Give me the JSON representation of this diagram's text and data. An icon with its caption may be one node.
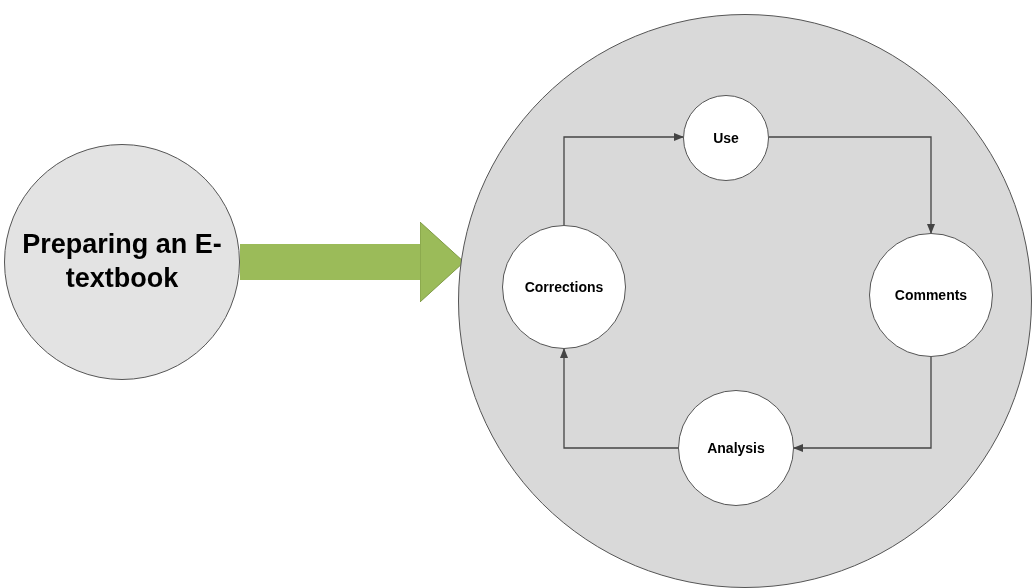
{
  "diagram": {
    "nodes": [
      {
        "text": [
          "Preparing an E-textbook"
        ]
      },
      {
        "text": [],
        "shape": "circle"
      },
      {
        "text": [
          "Use"
        ],
        "in": 1
      },
      {
        "text": [
          "Comments"
        ],
        "in": 1
      },
      {
        "text": [
          "Analysis"
        ],
        "in": 1
      },
      {
        "text": [
          "Corrections"
        ],
        "in": 1
      }
    ],
    "edges": [
      {
        "from": 0,
        "to": 1,
        "arrow": "to",
        "style": "thick",
        "color": "#9bbb59"
      },
      {
        "from": 5,
        "to": 2,
        "arrow": "to"
      },
      {
        "from": 2,
        "to": 3,
        "arrow": "to"
      },
      {
        "from": 3,
        "to": 4,
        "arrow": "to"
      },
      {
        "from": 4,
        "to": 5,
        "arrow": "to"
      }
    ]
  }
}
